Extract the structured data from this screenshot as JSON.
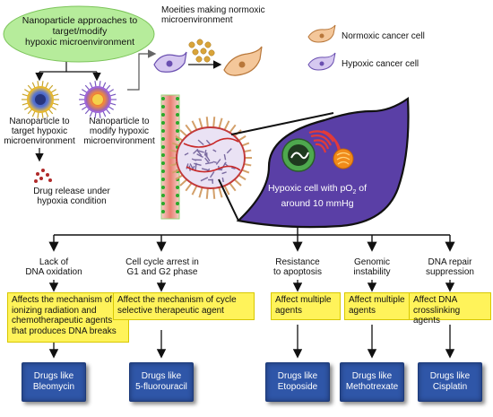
{
  "top": {
    "approaches": [
      "Nanoparticle approaches to",
      "target/modify",
      "hypoxic microenvironment"
    ],
    "moieties": [
      "Moeities making normoxic",
      "microenvironment"
    ],
    "np_target": [
      "Nanoparticle to",
      "target hypoxic",
      "microenvironment"
    ],
    "np_modify": [
      "Nanoparticle to",
      "modify hypoxic",
      "microenvironment"
    ],
    "drug_release": [
      "Drug release under",
      "hypoxia condition"
    ],
    "hypoxic_cell_label": [
      "Hypoxic cell with pO",
      "2",
      " of",
      "around 10 mmHg"
    ]
  },
  "legend": {
    "normoxic": "Normoxic cancer cell",
    "hypoxic": "Hypoxic cancer cell"
  },
  "mechanisms": [
    {
      "cause": [
        "Lack of",
        "DNA oxidation"
      ],
      "effect": [
        "Affects the mechanism of",
        "ionizing radiation and",
        "chemotherapeutic agents",
        "that produces DNA breaks"
      ],
      "drug": [
        "Drugs like",
        "Bleomycin"
      ]
    },
    {
      "cause": [
        "Cell cycle arrest in",
        "G1 and G2 phase"
      ],
      "effect": [
        "Affect the mechanism of cycle",
        "selective therapeutic agent"
      ],
      "drug": [
        "Drugs like",
        "5-fluorouracil"
      ]
    },
    {
      "cause": [
        "Resistance",
        "to apoptosis"
      ],
      "effect": [
        "Affect multiple",
        "agents"
      ],
      "drug": [
        "Drugs like",
        "Etoposide"
      ]
    },
    {
      "cause": [
        "Genomic",
        "instability"
      ],
      "effect": [
        "Affect multiple",
        "agents"
      ],
      "drug": [
        "Drugs like",
        "Methotrexate"
      ]
    },
    {
      "cause": [
        "DNA repair",
        "suppression"
      ],
      "effect": [
        "Affect DNA",
        "crosslinking agents"
      ],
      "drug": [
        "Drugs like",
        "Cisplatin"
      ]
    }
  ],
  "colors": {
    "approaches_fill": "#b6ec9b",
    "effect_fill": "#fff35a",
    "drug_fill": "#2f56a8",
    "hypoxic_cell_fill": "#5a3fa6",
    "vessel_fill": "#f2b2a8",
    "vessel_dots": "#2ca82c"
  }
}
